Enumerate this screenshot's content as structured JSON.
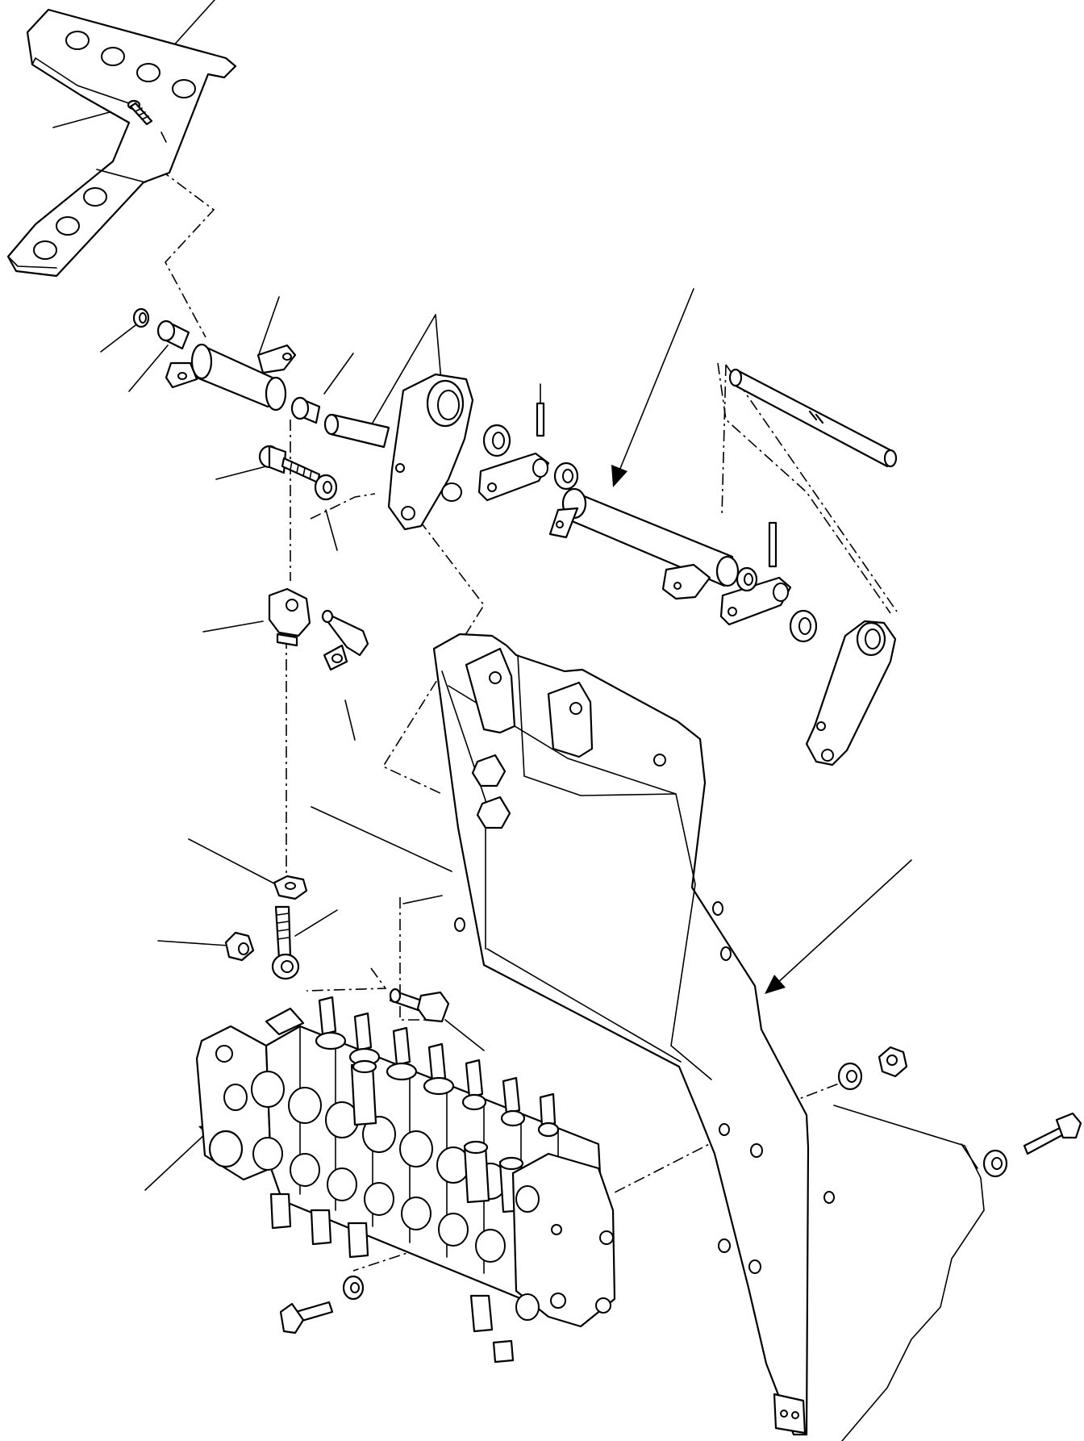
{
  "diagram": {
    "style": "exploded-parts-view",
    "line_color": "#000000",
    "background": "#ffffff",
    "parts": [
      "pedal-plate",
      "pedal-screw",
      "snap-ring",
      "bushing",
      "pedal-shaft-bracket",
      "spacer",
      "lever-shaft",
      "bolt",
      "washer",
      "clevis",
      "clevis-pin",
      "link-plates",
      "cross-shaft",
      "long-rod",
      "crank-arm",
      "mounting-bracket",
      "lock-nut",
      "rod-end",
      "nut",
      "control-valve-bank",
      "valve-bolt",
      "nuts-and-washers"
    ]
  }
}
